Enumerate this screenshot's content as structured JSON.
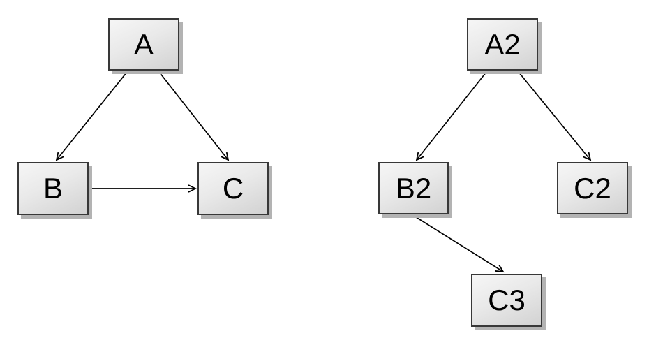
{
  "diagram": {
    "type": "directed-graph",
    "background_color": "#ffffff",
    "node_style": {
      "fill_top": "#f6f6f6",
      "fill_bottom": "#d2d2d2",
      "border_color": "#383838",
      "shadow_color": "#b3b3b3",
      "text_color": "#000000"
    },
    "edge_style": {
      "line_color": "#000000",
      "arrowhead": "open-v"
    },
    "graphs": [
      {
        "name": "left-graph",
        "nodes": [
          {
            "id": "A",
            "label": "A"
          },
          {
            "id": "B",
            "label": "B"
          },
          {
            "id": "C",
            "label": "C"
          }
        ],
        "edges": [
          {
            "from": "A",
            "to": "B"
          },
          {
            "from": "A",
            "to": "C"
          },
          {
            "from": "B",
            "to": "C"
          }
        ]
      },
      {
        "name": "right-graph",
        "nodes": [
          {
            "id": "A2",
            "label": "A2"
          },
          {
            "id": "B2",
            "label": "B2"
          },
          {
            "id": "C2",
            "label": "C2"
          },
          {
            "id": "C3",
            "label": "C3"
          }
        ],
        "edges": [
          {
            "from": "A2",
            "to": "B2"
          },
          {
            "from": "A2",
            "to": "C2"
          },
          {
            "from": "B2",
            "to": "C3"
          }
        ]
      }
    ]
  }
}
